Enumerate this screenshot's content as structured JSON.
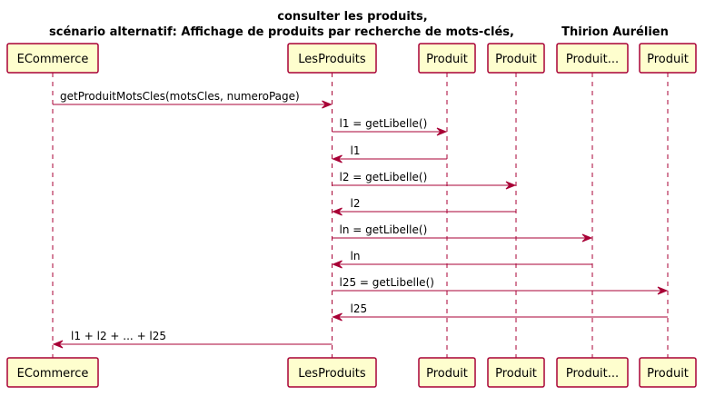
{
  "title": {
    "line1": "consulter les produits,",
    "line2": "scénario alternatif: Affichage de produits par recherche de mots-clés,",
    "author": "Thirion Aurélien"
  },
  "participants": [
    {
      "id": "ecommerce",
      "label": "ECommerce"
    },
    {
      "id": "lesproduits",
      "label": "LesProduits"
    },
    {
      "id": "produit1",
      "label": "Produit"
    },
    {
      "id": "produit2",
      "label": "Produit"
    },
    {
      "id": "produitn",
      "label": "Produit..."
    },
    {
      "id": "produit25",
      "label": "Produit"
    }
  ],
  "messages": [
    {
      "from": "ecommerce",
      "to": "lesproduits",
      "label": "getProduitMotsCles(motsCles, numeroPage)"
    },
    {
      "from": "lesproduits",
      "to": "produit1",
      "label": "l1 = getLibelle()"
    },
    {
      "from": "produit1",
      "to": "lesproduits",
      "label": "l1"
    },
    {
      "from": "lesproduits",
      "to": "produit2",
      "label": "l2 = getLibelle()"
    },
    {
      "from": "produit2",
      "to": "lesproduits",
      "label": "l2"
    },
    {
      "from": "lesproduits",
      "to": "produitn",
      "label": "ln = getLibelle()"
    },
    {
      "from": "produitn",
      "to": "lesproduits",
      "label": "ln"
    },
    {
      "from": "lesproduits",
      "to": "produit25",
      "label": "l25 = getLibelle()"
    },
    {
      "from": "produit25",
      "to": "lesproduits",
      "label": "l25"
    },
    {
      "from": "lesproduits",
      "to": "ecommerce",
      "label": "l1 + l2 + ... + l25"
    }
  ]
}
